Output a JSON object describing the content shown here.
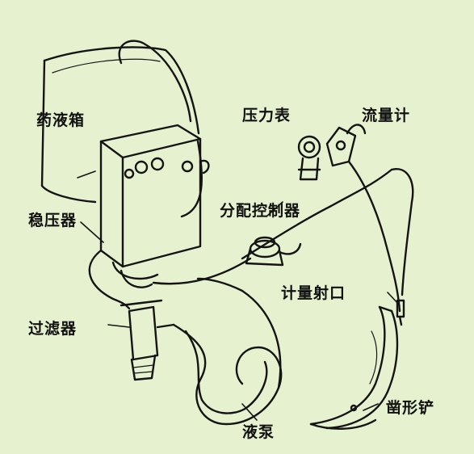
{
  "diagram": {
    "background_color": "#e6f2cf",
    "line_color": "#141414",
    "labels": {
      "tank": "药液箱",
      "pressure_gauge": "压力表",
      "flowmeter": "流量计",
      "regulator": "稳压器",
      "distributor": "分配控制器",
      "metering_outlet": "计量射口",
      "filter": "过滤器",
      "pump": "液泵",
      "chisel_shovel": "凿形铲"
    }
  }
}
